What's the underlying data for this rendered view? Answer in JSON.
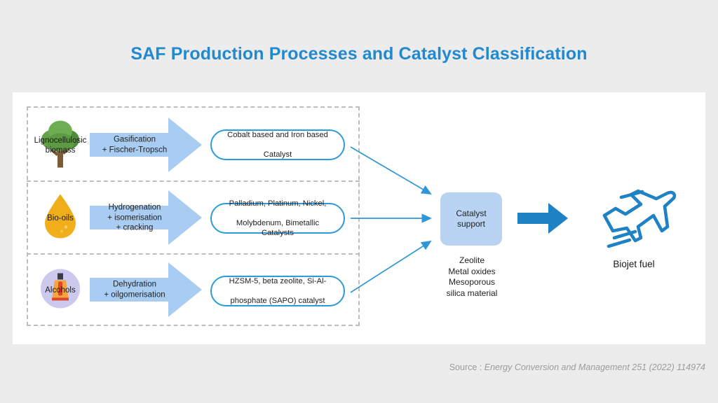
{
  "page": {
    "title": "SAF Production Processes and Catalyst Classification",
    "background_color": "#ececec",
    "card_color": "#ffffff",
    "accent_color": "#2289cf"
  },
  "rows": [
    {
      "feedstock": {
        "label": "Lignocellulosic biomass",
        "icon": "tree-icon"
      },
      "process": {
        "label": "Gasification\n+ Fischer-Tropsch",
        "line1": "Gasification",
        "line2": "+ Fischer-Tropsch"
      },
      "catalyst": {
        "line1": "Cobalt based and Iron based",
        "line2": "Catalyst"
      }
    },
    {
      "feedstock": {
        "label": "Bio-oils",
        "icon": "oil-droplet-icon"
      },
      "process": {
        "label": "Hydrogenation\n+ isomerisation\n+ cracking",
        "line1": "Hydrogenation",
        "line2": "+ isomerisation",
        "line3": "+ cracking"
      },
      "catalyst": {
        "line1": "Palladium, Platinum, Nickel,",
        "line2": "Molybdenum, Bimetallic Catalysts"
      }
    },
    {
      "feedstock": {
        "label": "Alcohols",
        "icon": "alcohol-bottle-icon"
      },
      "process": {
        "label": "Dehydration\n+ oilgomerisation",
        "line1": "Dehydration",
        "line2": "+ oilgomerisation"
      },
      "catalyst": {
        "line1": "HZSM-5, beta zeolite, Si-Al-",
        "line2": "phosphate (SAPO) catalyst"
      }
    }
  ],
  "support": {
    "title_line1": "Catalyst",
    "title_line2": "support",
    "materials": [
      "Zeolite",
      "Metal oxides",
      "Mesoporous",
      "silica material"
    ],
    "box_color": "#b9d4f2"
  },
  "output": {
    "label": "Biojet fuel",
    "icon": "airplane-icon",
    "arrow_color": "#1f82c5"
  },
  "source": {
    "prefix": "Source : ",
    "reference": "Energy Conversion and Management 251 (2022) 114974"
  },
  "colors": {
    "process_arrow": "#a9cdf2",
    "pill_border": "#2d9bdb",
    "connector": "#2f97d8",
    "dashed_border": "#bdbdbd"
  }
}
